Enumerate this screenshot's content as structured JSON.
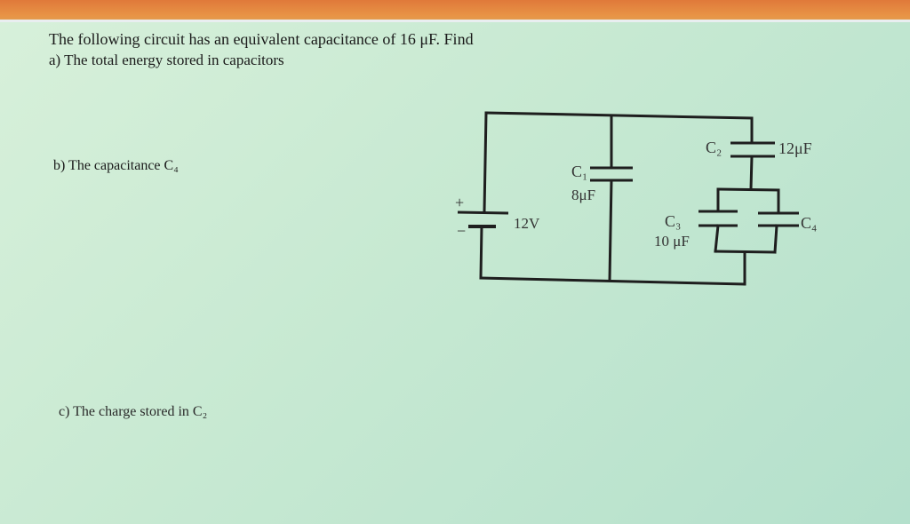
{
  "problem": {
    "intro": "The following circuit has an equivalent capacitance of 16 μF. Find",
    "part_a": "a) The total energy stored in capacitors",
    "part_b": "b) The capacitance C₄",
    "part_c": "c) The charge stored in C₂"
  },
  "circuit": {
    "battery_plus": "+",
    "battery_minus": "−",
    "battery_voltage": "12V",
    "c1_name": "C₁",
    "c1_value": "8μF",
    "c2_name": "C₂",
    "c2_value": "12μF",
    "c3_name": "C₃",
    "c3_value": "10 μF",
    "c4_name": "C₄"
  }
}
